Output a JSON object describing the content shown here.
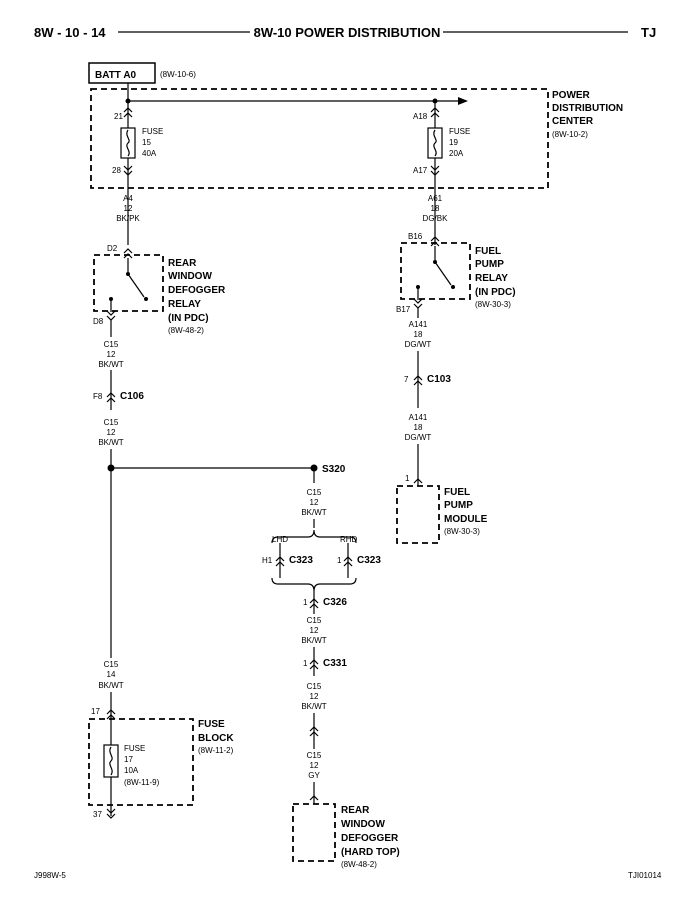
{
  "header": {
    "left": "8W - 10 - 14",
    "center": "8W-10 POWER DISTRIBUTION",
    "right": "TJ"
  },
  "battery": {
    "label": "BATT A0",
    "ref": "(8W-10-6)"
  },
  "pdc": {
    "name": [
      "POWER",
      "DISTRIBUTION",
      "CENTER"
    ],
    "ref": "(8W-10-2)"
  },
  "fuse15": {
    "in_pin": "21",
    "out_pin": "28",
    "lines": [
      "FUSE",
      "15",
      "40A"
    ]
  },
  "fuse19": {
    "in_pin": "A18",
    "out_pin": "A17",
    "lines": [
      "FUSE",
      "19",
      "20A"
    ]
  },
  "wire_a4": {
    "lines": [
      "A4",
      "12",
      "BK/PK"
    ]
  },
  "wire_a61": {
    "lines": [
      "A61",
      "18",
      "DG/BK"
    ]
  },
  "defogger_relay": {
    "pin_in": "D2",
    "pin_out": "D8",
    "name": [
      "REAR",
      "WINDOW",
      "DEFOGGER",
      "RELAY",
      "(IN PDC)"
    ],
    "ref": "(8W-48-2)"
  },
  "fuel_relay": {
    "pin_in": "B16",
    "pin_out": "B17",
    "name": [
      "FUEL",
      "PUMP",
      "RELAY",
      "(IN PDC)"
    ],
    "ref": "(8W-30-3)"
  },
  "wire_c15_a": {
    "lines": [
      "C15",
      "12",
      "BK/WT"
    ]
  },
  "c106": {
    "pin": "F8",
    "name": "C106"
  },
  "wire_c15_b": {
    "lines": [
      "C15",
      "12",
      "BK/WT"
    ]
  },
  "wire_a141_a": {
    "lines": [
      "A141",
      "18",
      "DG/WT"
    ]
  },
  "c103": {
    "pin": "7",
    "name": "C103"
  },
  "wire_a141_b": {
    "lines": [
      "A141",
      "18",
      "DG/WT"
    ]
  },
  "fuel_module": {
    "pin": "1",
    "name": [
      "FUEL",
      "PUMP",
      "MODULE"
    ],
    "ref": "(8W-30-3)"
  },
  "splice": {
    "name": "S320"
  },
  "wire_c15_c": {
    "lines": [
      "C15",
      "12",
      "BK/WT"
    ]
  },
  "c323_lhd": {
    "variant": "LHD",
    "pin": "H1",
    "name": "C323"
  },
  "c323_rhd": {
    "variant": "RHD",
    "pin": "1",
    "name": "C323"
  },
  "c326": {
    "pin": "1",
    "name": "C326"
  },
  "wire_c15_d": {
    "lines": [
      "C15",
      "12",
      "BK/WT"
    ]
  },
  "c331": {
    "pin": "1",
    "name": "C331"
  },
  "wire_c15_e": {
    "lines": [
      "C15",
      "12",
      "BK/WT"
    ]
  },
  "wire_c15_gy": {
    "lines": [
      "C15",
      "12",
      "GY"
    ]
  },
  "defogger": {
    "name": [
      "REAR",
      "WINDOW",
      "DEFOGGER",
      "(HARD TOP)"
    ],
    "ref": "(8W-48-2)"
  },
  "wire_c15_14": {
    "lines": [
      "C15",
      "14",
      "BK/WT"
    ]
  },
  "fuse_block": {
    "pin_in": "17",
    "pin_out": "37",
    "name": [
      "FUSE",
      "BLOCK"
    ],
    "ref": "(8W-11-2)"
  },
  "fuse17": {
    "lines": [
      "FUSE",
      "17",
      "10A",
      "(8W-11-9)"
    ]
  },
  "footer": {
    "left": "J998W-5",
    "right": "TJI01014"
  }
}
